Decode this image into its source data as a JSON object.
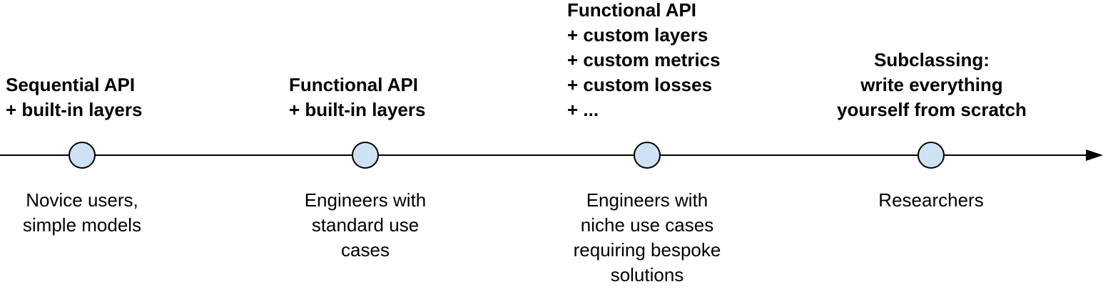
{
  "timeline": {
    "stages": [
      {
        "top_lines": [
          "Sequential API",
          "+ built-in layers"
        ],
        "bottom_lines": [
          "Novice users,",
          "simple models"
        ]
      },
      {
        "top_lines": [
          "Functional API",
          "+ built-in layers"
        ],
        "bottom_lines": [
          "Engineers with",
          "standard use",
          "cases"
        ]
      },
      {
        "top_lines": [
          "Functional API",
          "+ custom layers",
          "+ custom metrics",
          "+ custom losses",
          "+ ..."
        ],
        "bottom_lines": [
          "Engineers with",
          "niche use cases",
          "requiring bespoke",
          "solutions"
        ]
      },
      {
        "top_lines": [
          "Subclassing:",
          "write everything",
          "yourself from scratch"
        ],
        "bottom_lines": [
          "Researchers"
        ]
      }
    ]
  },
  "colors": {
    "node_fill": "#cfe2f3",
    "line": "#000000"
  }
}
